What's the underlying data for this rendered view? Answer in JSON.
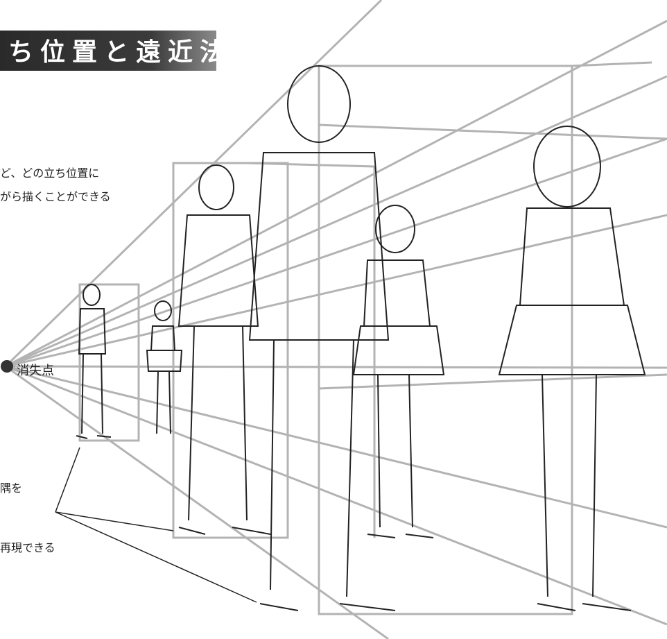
{
  "title": "ち位置と遠近法",
  "intro_lines": [
    "ど、どの立ち位置に",
    "がら描くことができる"
  ],
  "vanishing_point_label": "消失点",
  "note_lines": [
    "隅を",
    "再現できる"
  ],
  "colors": {
    "ink": "#222222",
    "guide": "#9a9a9a",
    "banner": "#2e2e2e"
  }
}
